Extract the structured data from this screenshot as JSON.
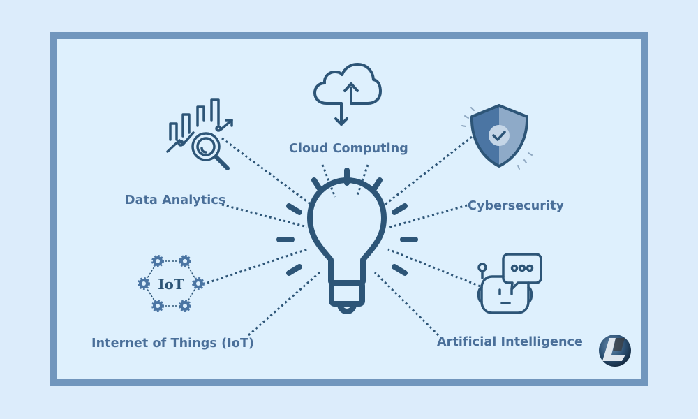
{
  "diagram": {
    "title": "Technology topics radiating from an idea lightbulb",
    "center": {
      "icon": "lightbulb-icon"
    },
    "nodes": [
      {
        "id": "data-analytics",
        "label": "Data Analytics",
        "icon": "analytics-chart-magnifier-icon"
      },
      {
        "id": "cloud-computing",
        "label": "Cloud Computing",
        "icon": "cloud-upload-download-icon"
      },
      {
        "id": "cybersecurity",
        "label": "Cybersecurity",
        "icon": "shield-check-icon"
      },
      {
        "id": "iot",
        "label": "Internet of Things (IoT)",
        "icon": "iot-gears-network-icon",
        "icon_text": "IoT"
      },
      {
        "id": "ai",
        "label": "Artificial Intelligence",
        "icon": "robot-chat-icon"
      }
    ],
    "logo": {
      "letter": "L",
      "icon": "brand-logo-icon"
    }
  },
  "colors": {
    "background": "#dcecfb",
    "frame_border": "#7196bd",
    "frame_fill": "#def0fd",
    "icon_stroke": "#2d5577",
    "label_text": "#4a6f99",
    "shield_dark": "#4b75a3",
    "shield_light": "#8eaac8"
  }
}
